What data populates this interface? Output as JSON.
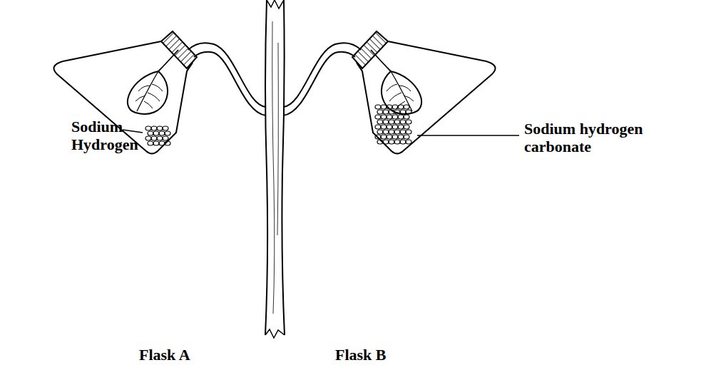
{
  "diagram": {
    "labels": [
      "Sodium Hydrogen",
      "Sodium hydrogen carbonate",
      "Flask A",
      "Flask B"
    ]
  }
}
